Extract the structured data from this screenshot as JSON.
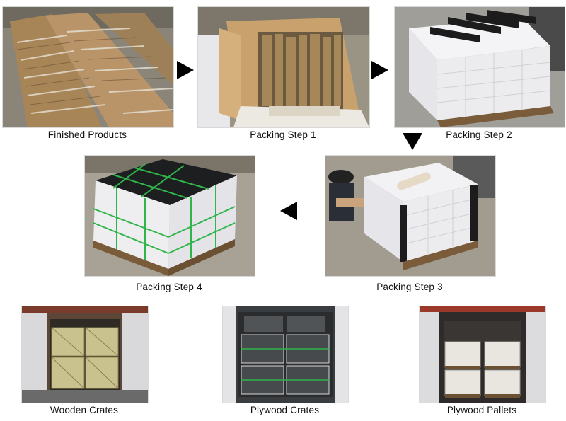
{
  "row1": {
    "finished": "Finished Products",
    "step1": "Packing Step 1",
    "step2": "Packing Step 2"
  },
  "row2": {
    "step4": "Packing Step 4",
    "step3": "Packing Step 3"
  },
  "row3": {
    "wooden": "Wooden Crates",
    "plywood_crates": "Plywood Crates",
    "plywood_pallets": "Plywood Pallets"
  },
  "colors": {
    "arrow": "#000000",
    "strap": "#2fb54a",
    "stone": "#b08a5a",
    "foam": "#f2f2f4"
  }
}
